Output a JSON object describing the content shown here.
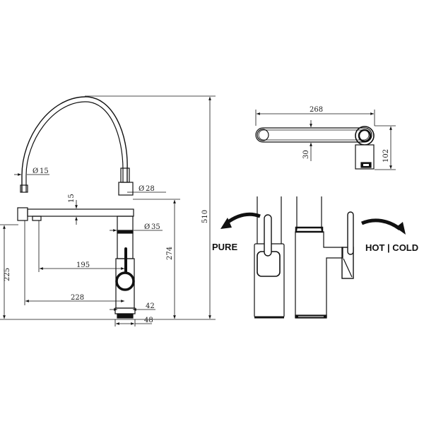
{
  "drawing": {
    "dimensions": {
      "d15": "15",
      "d28": "28",
      "d35": "35",
      "v15": "15",
      "h195": "195",
      "h228": "228",
      "h42": "42",
      "h48": "48",
      "v225": "225",
      "v274": "274",
      "v510": "510",
      "top268": "268",
      "top30": "30",
      "top102": "102"
    },
    "diameter_symbol": "Ø",
    "labels": {
      "pure": "PURE",
      "hot_cold": "HOT | COLD"
    }
  }
}
